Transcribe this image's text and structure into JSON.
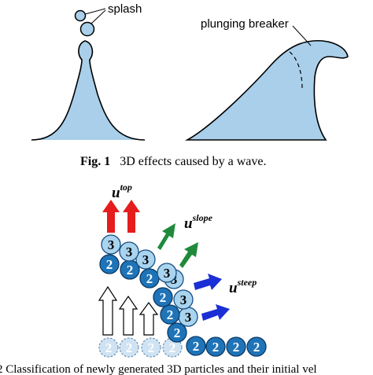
{
  "figure1": {
    "splash_label": "splash",
    "breaker_label": "plunging breaker",
    "caption_prefix": "Fig. 1",
    "caption_text": "3D effects caused by a wave."
  },
  "figure2": {
    "vectors": {
      "u_top": {
        "base": "u",
        "sup": "top"
      },
      "u_slope": {
        "base": "u",
        "sup": "slope"
      },
      "u_steep": {
        "base": "u",
        "sup": "steep"
      }
    },
    "particle_labels": {
      "type2": "2",
      "type3": "3"
    },
    "caption_partial": "2    Classification of newly generated 3D particles and their initial vel"
  },
  "colors": {
    "wave_fill": "#a9cfea",
    "dark_particle": "#1f74b8",
    "light_particle": "#a9d4ef",
    "ghost_particle": "#cfe3f3",
    "arrow_red": "#e51d1d",
    "arrow_green": "#1f8a3c",
    "arrow_blue": "#1b2fd6"
  }
}
